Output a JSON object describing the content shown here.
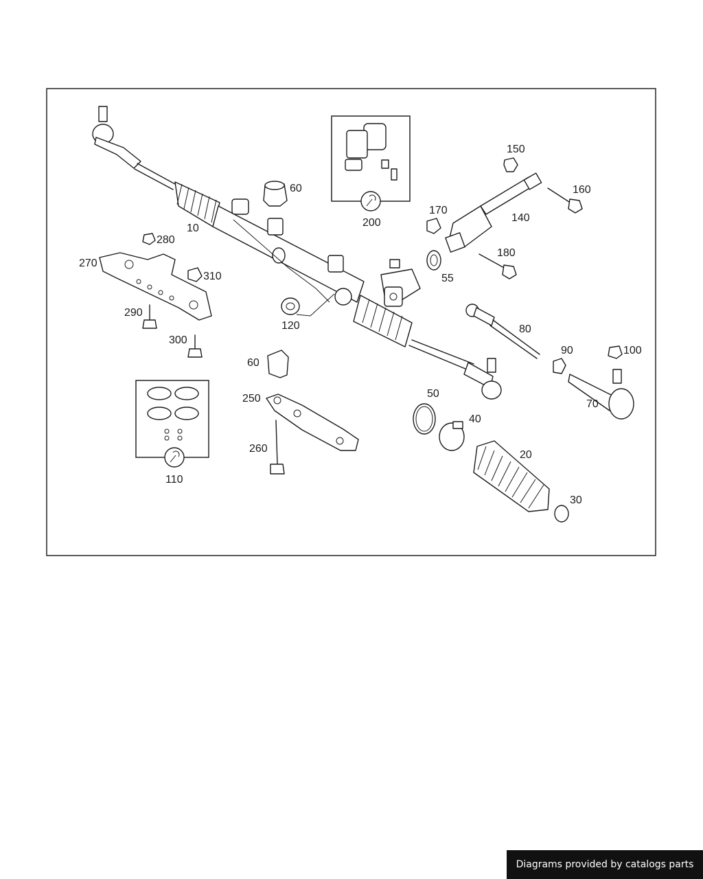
{
  "callouts": {
    "c10": "10",
    "c20": "20",
    "c30": "30",
    "c40": "40",
    "c50": "50",
    "c55": "55",
    "c60a": "60",
    "c60b": "60",
    "c70": "70",
    "c80": "80",
    "c90": "90",
    "c100": "100",
    "c110": "110",
    "c120": "120",
    "c140": "140",
    "c150": "150",
    "c160": "160",
    "c170": "170",
    "c180": "180",
    "c200": "200",
    "c250": "250",
    "c260": "260",
    "c270": "270",
    "c280": "280",
    "c290": "290",
    "c300": "300",
    "c310": "310"
  },
  "footer": {
    "credit": "Diagrams provided by catalogs parts"
  }
}
